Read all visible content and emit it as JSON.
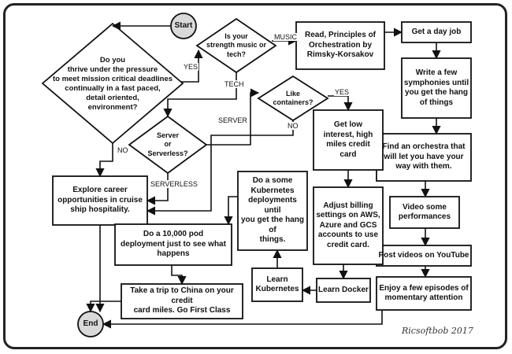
{
  "flowchart": {
    "start": "Start",
    "end": "End",
    "q_thrive": "Do you\nthrive under the pressure\nto meet mission critical deadlines\ncontinually in a fast paced,\ndetail oriented,\nenvironment?",
    "q_strength": "Is your\nstrength music or\ntech?",
    "q_server": "Server\nor\nServerless?",
    "q_containers": "Like\ncontainers?",
    "read_principles": "Read, Principles of\nOrchestration by\nRimsky-Korsakov",
    "get_day_job": "Get a day job",
    "write_symphonies": "Write a few\nsymphonies until\nyou get the hang\nof things",
    "find_orchestra": "Find an orchestra that\nwill let you have your\nway with them.",
    "video_performances": "Video some\nperformances",
    "post_youtube": "Post videos on YouTube",
    "enjoy_attention": "Enjoy a few episodes of\nmomentary attention",
    "explore_cruise": "Explore career\nopportunities in cruise\nship hospitality.",
    "get_loan": "Get low\ninterest, high\nmiles credit\ncard",
    "adjust_billing": "Adjust billing\nsettings on AWS,\nAzure and GCS\naccounts to use\ncredit card.",
    "k8s_deployments": "Do a some\nKubernetes\ndeployments until\nyou get the hang of\nthings.",
    "pod_deployment": "Do a 10,000 pod\ndeployment just to see what\nhappens",
    "learn_docker": "Learn Docker",
    "learn_kubernetes": "Learn\nKubernetes",
    "trip_china": "Take a trip to China on your credit\ncard miles. Go First Class"
  },
  "edges": {
    "yes1": "YES",
    "no1": "NO",
    "music": "MUSIC",
    "tech": "TECH",
    "server": "SERVER",
    "serverless": "SERVERLESS",
    "yes2": "YES",
    "no2": "NO"
  },
  "signature": "Ricsoftbob 2017",
  "colors": {
    "ink": "#111111",
    "terminal_fill": "#d9d9d9",
    "background": "#ffffff"
  }
}
